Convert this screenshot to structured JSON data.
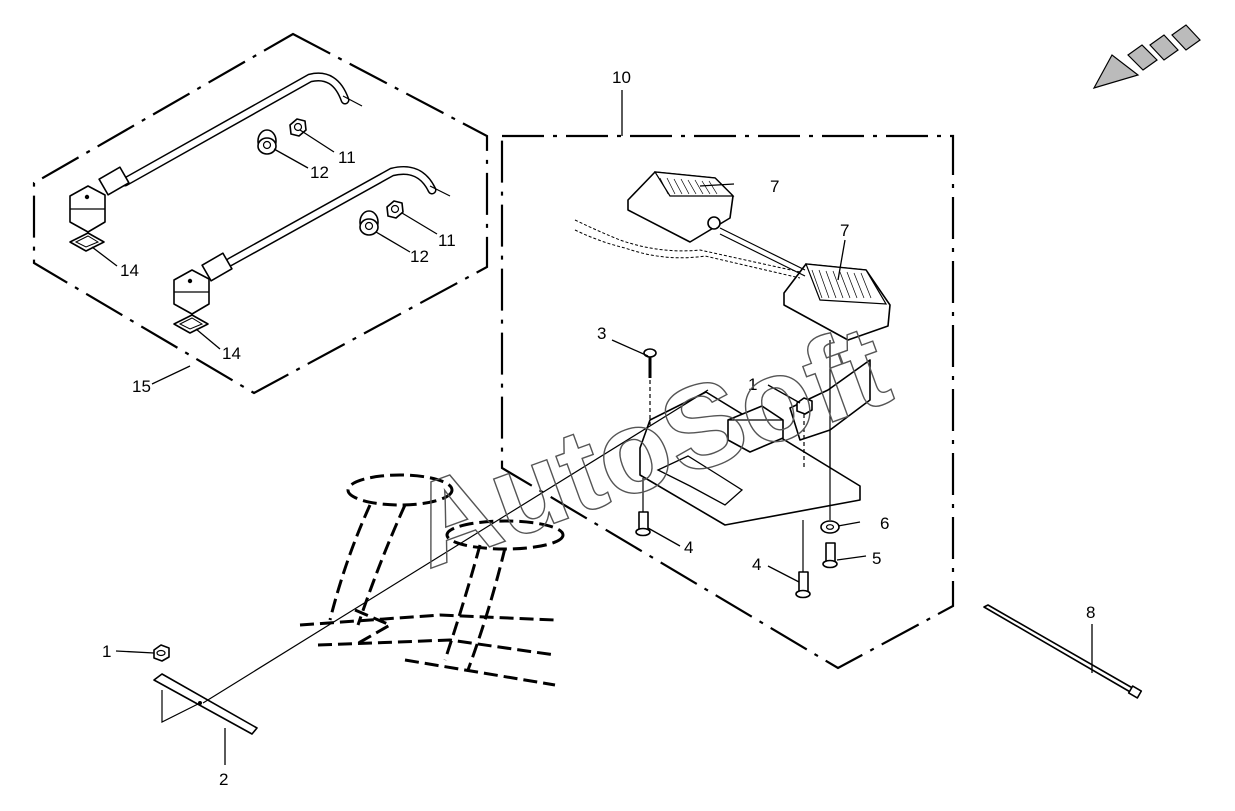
{
  "diagram": {
    "watermark": "AutoSoft",
    "callouts": {
      "c1a": "1",
      "c1b": "1",
      "c2": "2",
      "c3": "3",
      "c4a": "4",
      "c4b": "4",
      "c5": "5",
      "c6": "6",
      "c7a": "7",
      "c7b": "7",
      "c8": "8",
      "c10": "10",
      "c11a": "11",
      "c11b": "11",
      "c12a": "12",
      "c12b": "12",
      "c14a": "14",
      "c14b": "14",
      "c15": "15"
    }
  }
}
